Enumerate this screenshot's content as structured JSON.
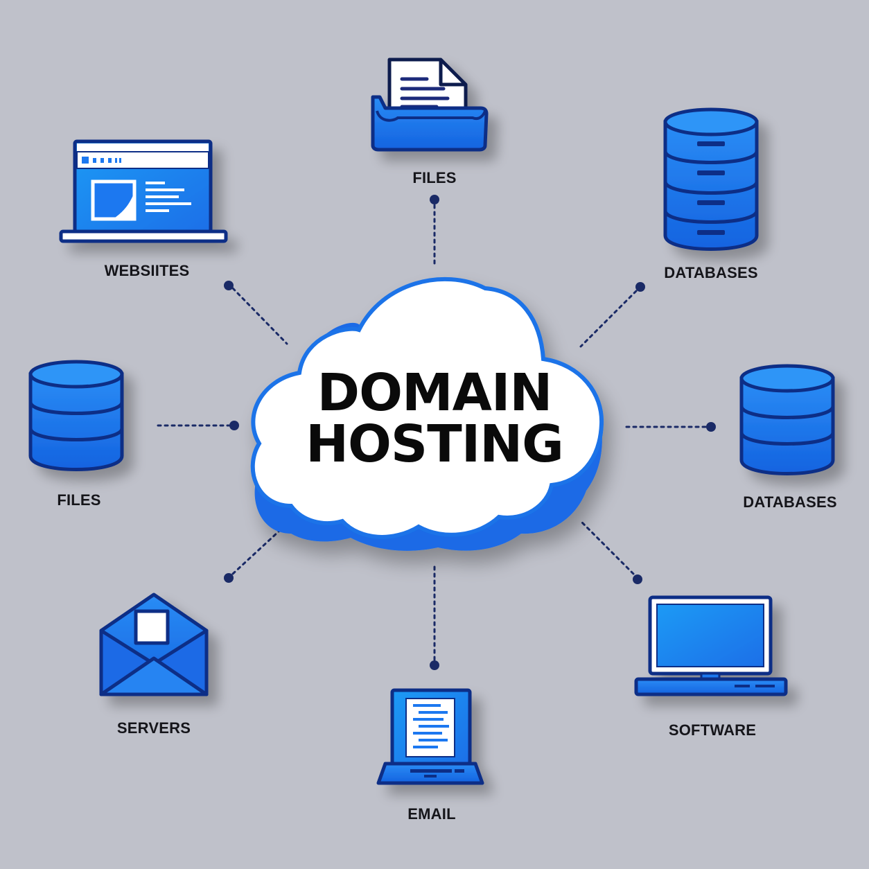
{
  "center": {
    "title_line1": "DOMAIN",
    "title_line2": "HOSTING",
    "icon": "cloud-icon"
  },
  "nodes": [
    {
      "id": "files-top",
      "label": "FILES",
      "icon": "folder-document-icon"
    },
    {
      "id": "databases-top-right",
      "label": "DATABASES",
      "icon": "database-icon"
    },
    {
      "id": "databases-right",
      "label": "DATABASES",
      "icon": "database-icon"
    },
    {
      "id": "software",
      "label": "SOFTWARE",
      "icon": "desktop-monitor-icon"
    },
    {
      "id": "email",
      "label": "EMAIL",
      "icon": "laptop-document-icon"
    },
    {
      "id": "servers",
      "label": "SERVERS",
      "icon": "envelope-icon"
    },
    {
      "id": "files-left",
      "label": "FILES",
      "icon": "database-icon"
    },
    {
      "id": "websites",
      "label": "WEBSIITES",
      "icon": "laptop-browser-icon"
    }
  ],
  "colors": {
    "background": "#bfc1ca",
    "icon_fill": "#1e78f0",
    "icon_outline": "#0f2f86",
    "connector": "#1a2a66",
    "cloud_fill": "#ffffff",
    "cloud_edge": "#1a73e8"
  }
}
